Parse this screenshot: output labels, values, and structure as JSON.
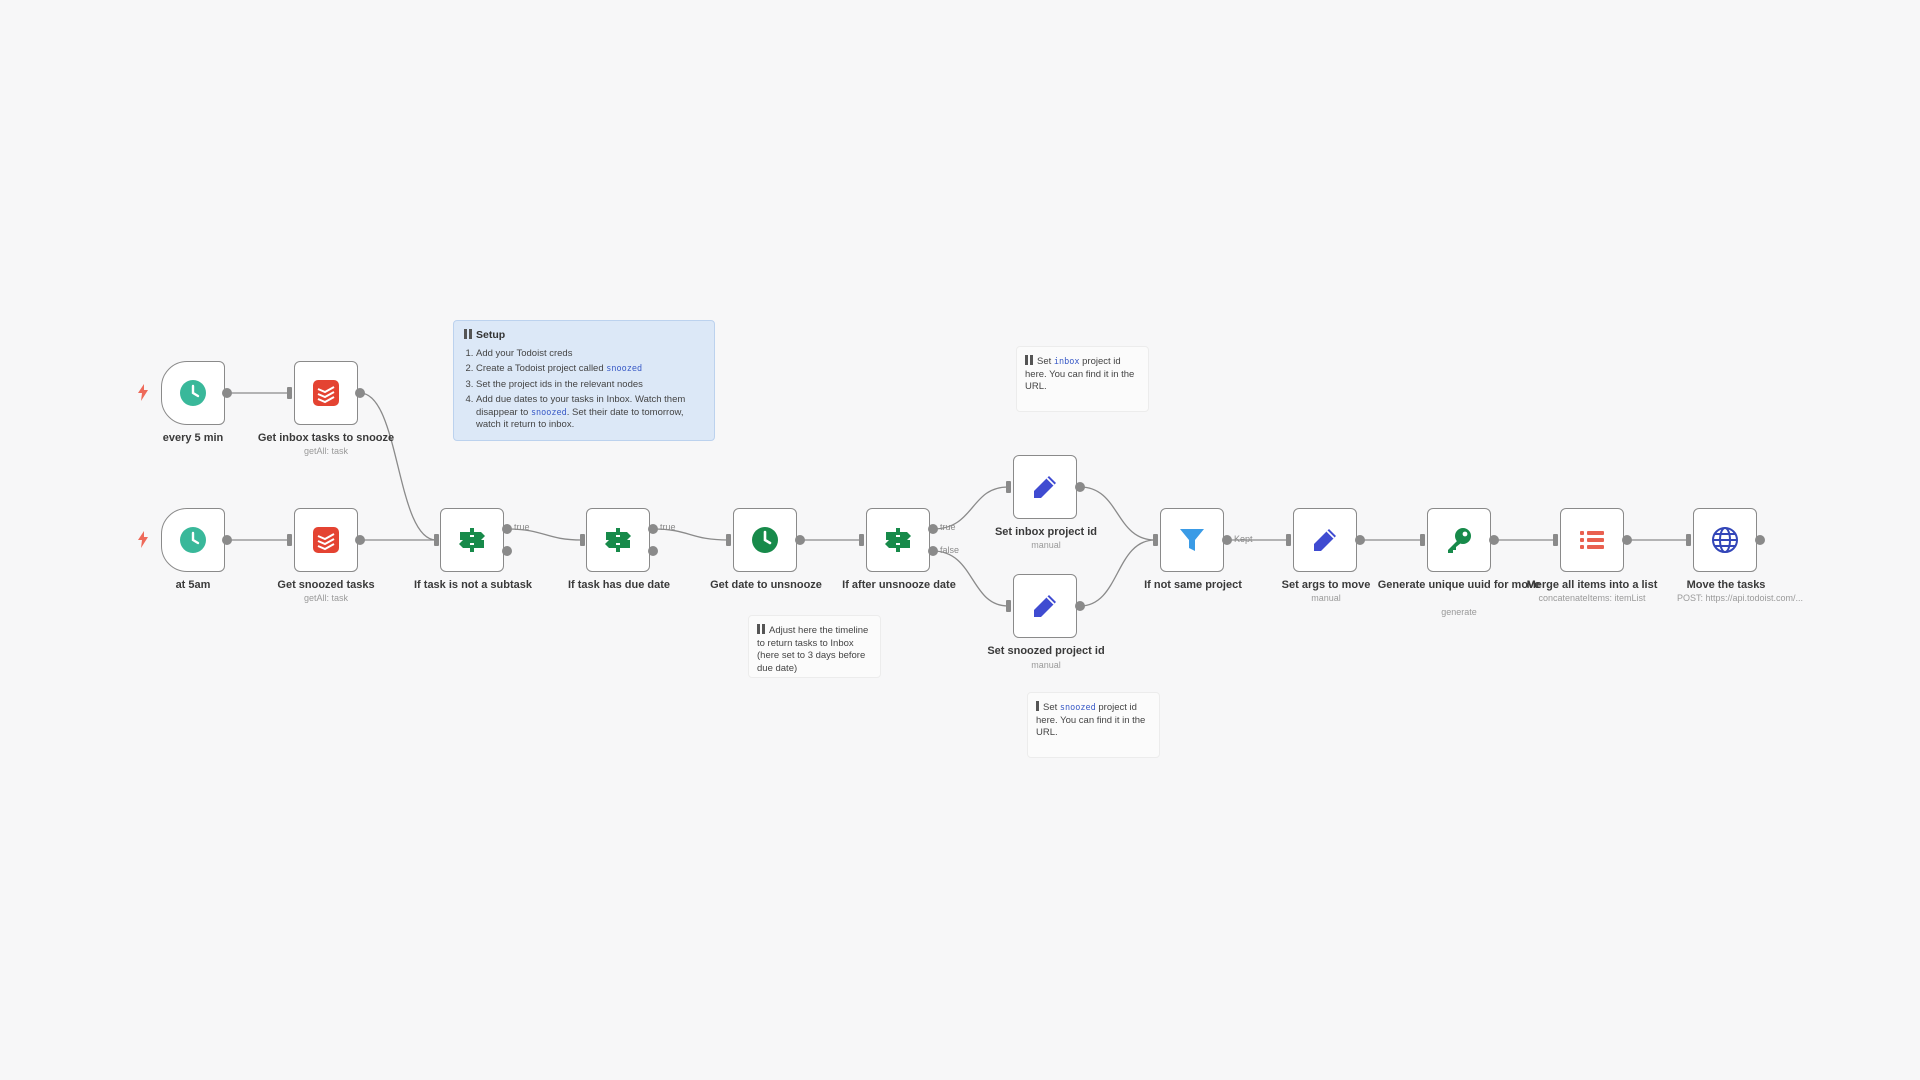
{
  "workflow": {
    "nodes": [
      {
        "id": "every5",
        "name": "every 5 min",
        "sub": "",
        "icon": "clock-icon",
        "type": "trigger"
      },
      {
        "id": "getinbox",
        "name": "Get inbox tasks to snooze",
        "sub": "getAll: task",
        "icon": "todoist-icon",
        "type": "action"
      },
      {
        "id": "at5am",
        "name": "at 5am",
        "sub": "",
        "icon": "clock-icon",
        "type": "trigger"
      },
      {
        "id": "getsnoozed",
        "name": "Get snoozed tasks",
        "sub": "getAll: task",
        "icon": "todoist-icon",
        "type": "action"
      },
      {
        "id": "ifsubtask",
        "name": "If task is not a subtask",
        "sub": "",
        "icon": "if-icon",
        "type": "action"
      },
      {
        "id": "ifdue",
        "name": "If task has due date",
        "sub": "",
        "icon": "if-icon",
        "type": "action"
      },
      {
        "id": "getdate",
        "name": "Get date to unsnooze",
        "sub": "",
        "icon": "datetime-icon",
        "type": "action"
      },
      {
        "id": "ifafter",
        "name": "If after unsnooze date",
        "sub": "",
        "icon": "if-icon",
        "type": "action"
      },
      {
        "id": "setinbox",
        "name": "Set inbox project id",
        "sub": "manual",
        "icon": "pencil-icon",
        "type": "action"
      },
      {
        "id": "setsnoozed",
        "name": "Set snoozed project id",
        "sub": "manual",
        "icon": "pencil-icon",
        "type": "action"
      },
      {
        "id": "ifnotsame",
        "name": "If not same project",
        "sub": "",
        "icon": "filter-icon",
        "type": "action"
      },
      {
        "id": "setargs",
        "name": "Set args to move",
        "sub": "manual",
        "icon": "pencil-icon",
        "type": "action"
      },
      {
        "id": "genuuid",
        "name": "Generate unique uuid for move",
        "sub": "generate",
        "icon": "key-icon",
        "type": "action"
      },
      {
        "id": "merge",
        "name": "Merge all items into a list",
        "sub": "concatenateItems: itemList",
        "icon": "list-icon",
        "type": "action"
      },
      {
        "id": "move",
        "name": "Move the tasks",
        "sub": "POST: https://api.todoist.com/...",
        "icon": "globe-icon",
        "type": "action"
      }
    ],
    "edge_labels": {
      "true1": "true",
      "true2": "true",
      "true3": "true",
      "false3": "false",
      "kept": "Kept"
    }
  },
  "notes": {
    "setup": {
      "title": "Setup",
      "step1": "Add your Todoist creds",
      "step2_text": "Create a Todoist project called ",
      "step2_code": "snoozed",
      "step3": "Set the project ids in the relevant nodes",
      "step4_a": "Add due dates to your tasks in Inbox. Watch them disappear to ",
      "step4_code": "snoozed",
      "step4_b": ". Set their date to tomorrow, watch it return to inbox."
    },
    "inbox_note": {
      "pre": "Set ",
      "code": "inbox",
      "post": " project id here. You can find it in the URL."
    },
    "timeline_note": {
      "text": "Adjust here the timeline to return tasks to Inbox (here set to 3 days before due date)"
    },
    "snoozed_note": {
      "pre": "Set ",
      "code": "snoozed",
      "post": " project id here. You can find it in the URL."
    }
  },
  "colors": {
    "clock": "#39b89a",
    "todoist": "#e44332",
    "if": "#178a4a",
    "datetime": "#178a4a",
    "pencil": "#3f4bd1",
    "filter": "#3a9be6",
    "key": "#178a4a",
    "list": "#e9604f",
    "globe": "#3346b8",
    "edge": "#8a8a8a",
    "bolt": "#ee6a5a"
  }
}
